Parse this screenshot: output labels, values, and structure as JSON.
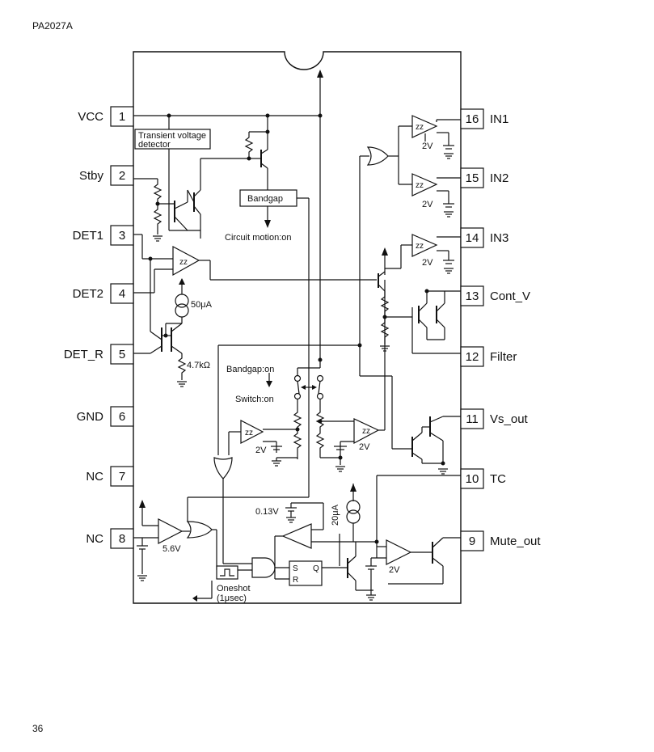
{
  "header": {
    "part_number": "PA2027A"
  },
  "footer": {
    "page_number": "36"
  },
  "pins_left": [
    {
      "num": "1",
      "name": "VCC"
    },
    {
      "num": "2",
      "name": "Stby"
    },
    {
      "num": "3",
      "name": "DET1"
    },
    {
      "num": "4",
      "name": "DET2"
    },
    {
      "num": "5",
      "name": "DET_R"
    },
    {
      "num": "6",
      "name": "GND"
    },
    {
      "num": "7",
      "name": "NC"
    },
    {
      "num": "8",
      "name": "NC"
    }
  ],
  "pins_right": [
    {
      "num": "16",
      "name": "IN1"
    },
    {
      "num": "15",
      "name": "IN2"
    },
    {
      "num": "14",
      "name": "IN3"
    },
    {
      "num": "13",
      "name": "Cont_V"
    },
    {
      "num": "12",
      "name": "Filter"
    },
    {
      "num": "11",
      "name": "Vs_out"
    },
    {
      "num": "10",
      "name": "TC"
    },
    {
      "num": "9",
      "name": "Mute_out"
    }
  ],
  "labels": {
    "transient_1": "Transient voltage",
    "transient_2": "detector",
    "bandgap": "Bandgap",
    "circuit_motion": "Circuit motion:on",
    "bandgap_on": "Bandgap:on",
    "switch_on": "Switch:on",
    "current_50": "50μA",
    "current_20": "20μA",
    "res_47k": "4.7kΩ",
    "v_013": "0.13V",
    "v_56": "5.6V",
    "v_2_a": "2V",
    "v_2_b": "2V",
    "v_2_c": "2V",
    "v_2_d": "2V",
    "v_2_e": "2V",
    "v_2_f": "2V",
    "oneshot_1": "Oneshot",
    "oneshot_2": "(1μsec)",
    "zz": "zz",
    "sr_s": "S",
    "sr_r": "R",
    "sr_q": "Q"
  },
  "colors": {
    "line": "#111111",
    "background": "#ffffff"
  }
}
